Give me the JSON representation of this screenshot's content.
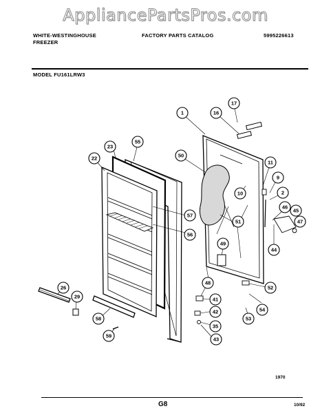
{
  "watermark": "AppliancePartsPros.com",
  "header": {
    "brand_line1": "WHITE-WESTINGHOUSE",
    "brand_line2": "FREEZER",
    "catalog": "FACTORY PARTS CATALOG",
    "doc_number": "5995226613",
    "model": "MODEL FU161LRW3"
  },
  "callouts": [
    "1",
    "17",
    "16",
    "23",
    "55",
    "50",
    "11",
    "22",
    "9",
    "2",
    "10",
    "46",
    "45",
    "57",
    "51",
    "47",
    "56",
    "44",
    "49",
    "48",
    "52",
    "26",
    "29",
    "41",
    "54",
    "53",
    "42",
    "35",
    "58",
    "59",
    "43"
  ],
  "footer": {
    "code": "1970",
    "page": "G8",
    "date": "10/92"
  }
}
